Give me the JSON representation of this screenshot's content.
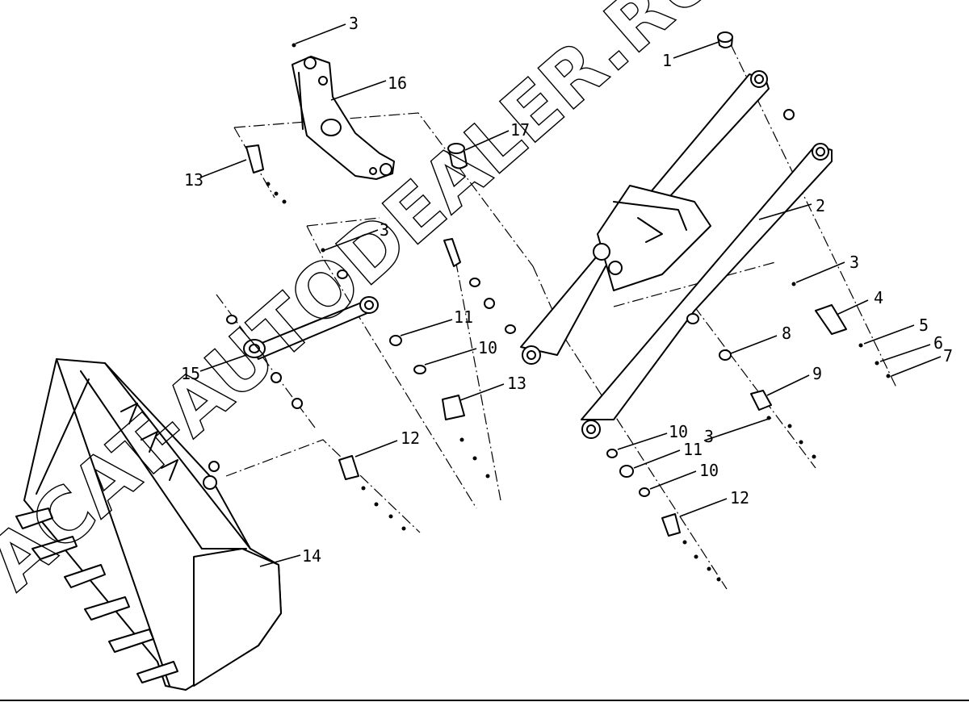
{
  "watermark": {
    "text_main": "ACAT-AUTODEALER.RU"
  },
  "labels": {
    "l1": "1",
    "l2": "2",
    "l3a": "3",
    "l3b": "3",
    "l3c": "3",
    "l3d": "3",
    "l4": "4",
    "l5": "5",
    "l6": "6",
    "l7": "7",
    "l8": "8",
    "l9": "9",
    "l10a": "10",
    "l10b": "10",
    "l10c": "10",
    "l11a": "11",
    "l11b": "11",
    "l12a": "12",
    "l12b": "12",
    "l13a": "13",
    "l13b": "13",
    "l14": "14",
    "l15": "15",
    "l16": "16",
    "l17": "17"
  }
}
